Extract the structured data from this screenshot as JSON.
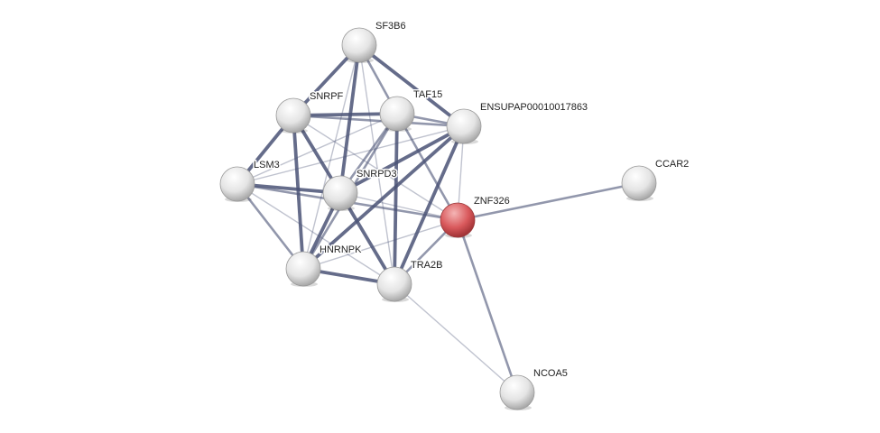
{
  "network": {
    "colors": {
      "edge": "#4a5275",
      "node": "#e6e6e6",
      "query_node": "#d9595c"
    },
    "nodes": [
      {
        "id": "SF3B6",
        "label": "SF3B6",
        "query": false
      },
      {
        "id": "SNRPF",
        "label": "SNRPF",
        "query": false
      },
      {
        "id": "TAF15",
        "label": "TAF15",
        "query": false
      },
      {
        "id": "ENS",
        "label": "ENSUPAP00010017863",
        "query": false
      },
      {
        "id": "LSM3",
        "label": "LSM3",
        "query": false
      },
      {
        "id": "SNRPD3",
        "label": "SNRPD3",
        "query": false
      },
      {
        "id": "ZNF326",
        "label": "ZNF326",
        "query": true
      },
      {
        "id": "CCAR2",
        "label": "CCAR2",
        "query": false
      },
      {
        "id": "HNRNPK",
        "label": "HNRNPK",
        "query": false
      },
      {
        "id": "TRA2B",
        "label": "TRA2B",
        "query": false
      },
      {
        "id": "NCOA5",
        "label": "NCOA5",
        "query": false
      }
    ],
    "edges": [
      [
        "SF3B6",
        "SNRPF",
        3
      ],
      [
        "SF3B6",
        "TAF15",
        2
      ],
      [
        "SF3B6",
        "ENS",
        3
      ],
      [
        "SF3B6",
        "SNRPD3",
        3
      ],
      [
        "SF3B6",
        "HNRNPK",
        1
      ],
      [
        "SF3B6",
        "TRA2B",
        1
      ],
      [
        "SNRPF",
        "TAF15",
        3
      ],
      [
        "SNRPF",
        "ENS",
        2
      ],
      [
        "SNRPF",
        "LSM3",
        3
      ],
      [
        "SNRPF",
        "SNRPD3",
        3
      ],
      [
        "SNRPF",
        "HNRNPK",
        3
      ],
      [
        "SNRPF",
        "ZNF326",
        1
      ],
      [
        "TAF15",
        "ENS",
        2
      ],
      [
        "TAF15",
        "SNRPD3",
        2
      ],
      [
        "TAF15",
        "HNRNPK",
        2
      ],
      [
        "TAF15",
        "TRA2B",
        3
      ],
      [
        "TAF15",
        "ZNF326",
        2
      ],
      [
        "TAF15",
        "LSM3",
        1
      ],
      [
        "ENS",
        "LSM3",
        1
      ],
      [
        "ENS",
        "SNRPD3",
        3
      ],
      [
        "ENS",
        "HNRNPK",
        3
      ],
      [
        "ENS",
        "TRA2B",
        3
      ],
      [
        "ENS",
        "ZNF326",
        1
      ],
      [
        "LSM3",
        "SNRPD3",
        3
      ],
      [
        "LSM3",
        "HNRNPK",
        2
      ],
      [
        "LSM3",
        "TRA2B",
        1
      ],
      [
        "LSM3",
        "ZNF326",
        2
      ],
      [
        "SNRPD3",
        "HNRNPK",
        3
      ],
      [
        "SNRPD3",
        "TRA2B",
        3
      ],
      [
        "SNRPD3",
        "ZNF326",
        1
      ],
      [
        "HNRNPK",
        "TRA2B",
        3
      ],
      [
        "HNRNPK",
        "ZNF326",
        1
      ],
      [
        "TRA2B",
        "ZNF326",
        2
      ],
      [
        "TRA2B",
        "NCOA5",
        1
      ],
      [
        "ZNF326",
        "CCAR2",
        2
      ],
      [
        "ZNF326",
        "NCOA5",
        2
      ]
    ]
  }
}
